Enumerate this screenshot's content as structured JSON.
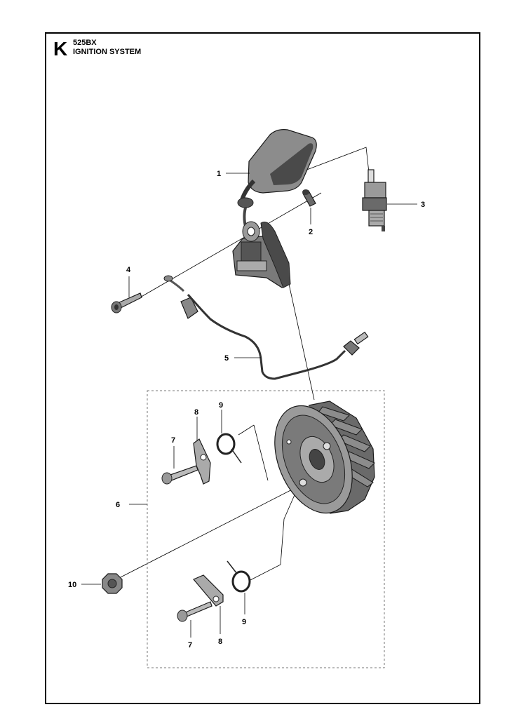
{
  "header": {
    "section_letter": "K",
    "model": "525BX",
    "group_title": "IGNITION SYSTEM"
  },
  "callouts": {
    "c1": "1",
    "c2": "2",
    "c3": "3",
    "c4": "4",
    "c5": "5",
    "c6": "6",
    "c7a": "7",
    "c8a": "8",
    "c9a": "9",
    "c10": "10",
    "c9b": "9",
    "c7b": "7",
    "c8b": "8"
  },
  "colors": {
    "line": "#000000",
    "part_dark": "#4a4a4a",
    "part_mid": "#8c8c8c",
    "part_light": "#c8c8c8"
  }
}
